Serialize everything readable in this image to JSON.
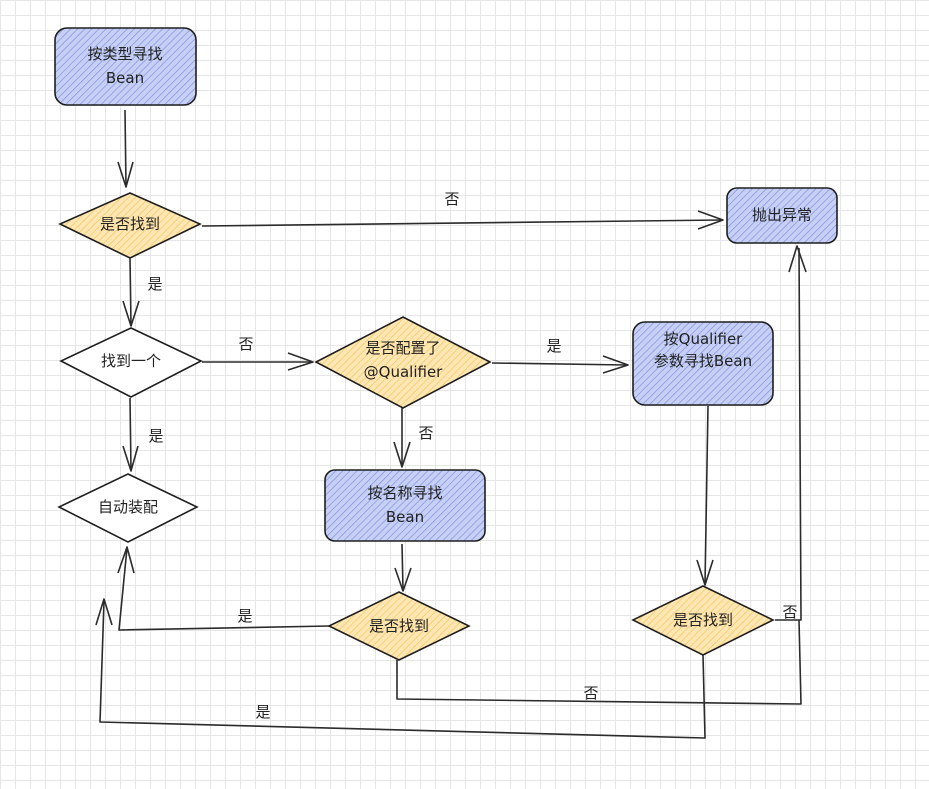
{
  "colors": {
    "blue_fill": "#a5b4ec",
    "yellow_fill": "#ffd98a",
    "white_fill": "#ffffff",
    "stroke": "#1e1e1e",
    "grid": "#e6e6e6"
  },
  "nodes": {
    "find_by_type": {
      "line1": "按类型寻找",
      "line2": "Bean"
    },
    "found_1": {
      "label": "是否找到"
    },
    "throw": {
      "label": "抛出异常"
    },
    "found_one": {
      "label": "找到一个"
    },
    "has_qualifier": {
      "line1": "是否配置了",
      "line2": "@Qualifier"
    },
    "find_by_qualifier": {
      "line1": "按Qualifier",
      "line2": "参数寻找Bean"
    },
    "autowire": {
      "label": "自动装配"
    },
    "find_by_name": {
      "line1": "按名称寻找",
      "line2": "Bean"
    },
    "found_2": {
      "label": "是否找到"
    },
    "found_3": {
      "label": "是否找到"
    }
  },
  "edges": {
    "found1_to_throw": "否",
    "found1_to_one": "是",
    "one_to_qualifier": "否",
    "qualifier_to_byqualifier": "是",
    "one_to_autowire": "是",
    "qualifier_to_byname": "否",
    "found2_to_autowire": "是",
    "found2_to_throw": "否",
    "found3_to_throw": "否",
    "found3_to_autowire": "是"
  }
}
